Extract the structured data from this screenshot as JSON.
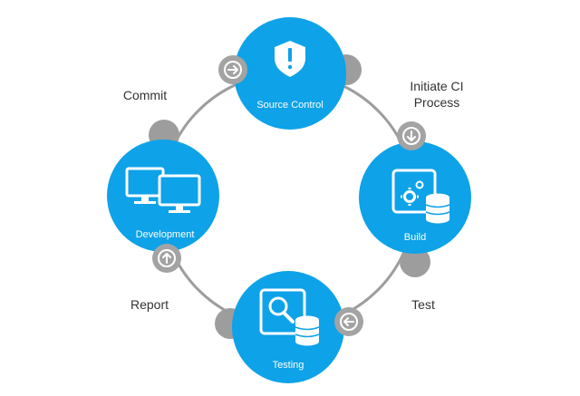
{
  "colors": {
    "node_fill": "#0ea2e8",
    "ring_stroke": "#9d9d9d",
    "connector_fill": "#9d9d9d",
    "arrow_badge_fill": "#a3a3a3",
    "label_text": "#333333",
    "node_text": "#ffffff"
  },
  "nodes": {
    "source_control": {
      "label": "Source Control",
      "icon": "shield-icon"
    },
    "build": {
      "label": "Build",
      "icon": "gear-database-icon"
    },
    "testing": {
      "label": "Testing",
      "icon": "magnifier-database-icon"
    },
    "development": {
      "label": "Development",
      "icon": "monitors-icon"
    }
  },
  "edges": {
    "commit": {
      "label": "Commit",
      "arrow": "right-arrow-icon"
    },
    "initiate_ci": {
      "line1": "Initiate CI",
      "line2": "Process",
      "arrow": "down-arrow-icon"
    },
    "test": {
      "label": "Test",
      "arrow": "left-arrow-icon"
    },
    "report": {
      "label": "Report",
      "arrow": "up-arrow-icon"
    }
  }
}
